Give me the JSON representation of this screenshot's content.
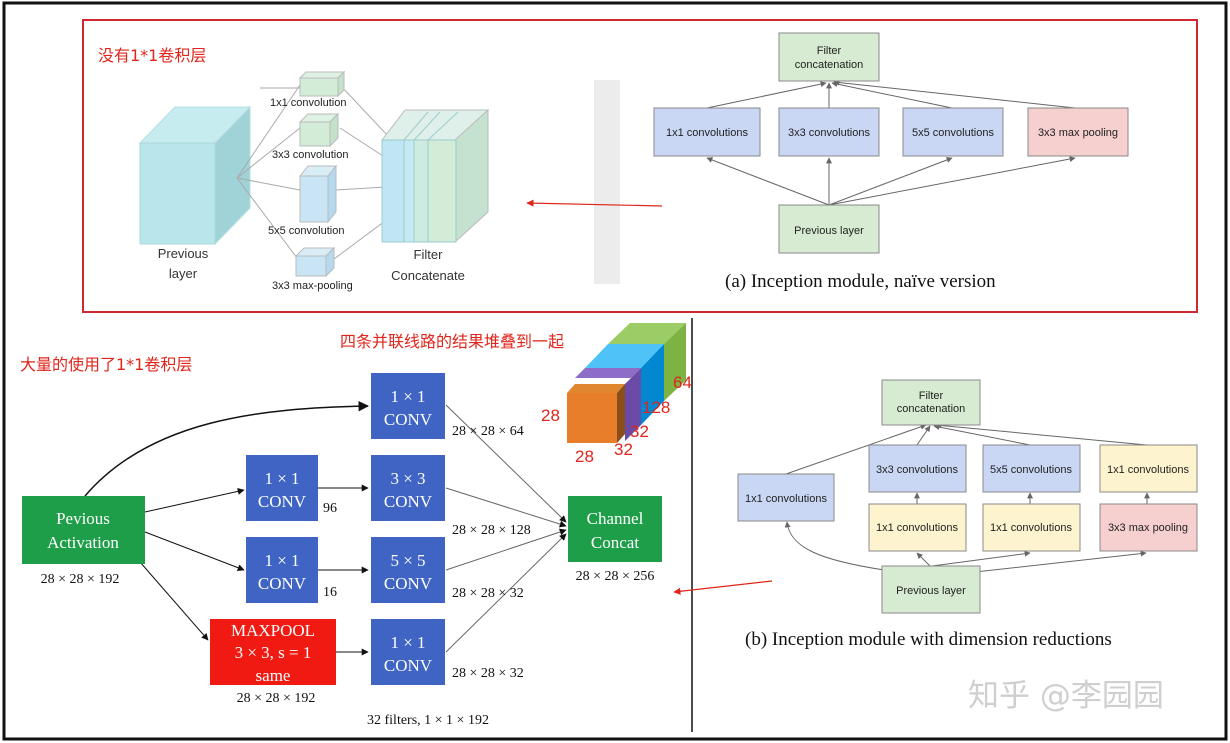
{
  "annotations": {
    "top_note": "没有1*1卷积层",
    "bottom_note": "大量的使用了1*1卷积层",
    "stack_note": "四条并联线路的结果堆叠到一起",
    "watermark": "知乎 @李园园"
  },
  "naive_3d": {
    "previous_layer_line1": "Previous",
    "previous_layer_line2": "layer",
    "conv1": "1x1 convolution",
    "conv3": "3x3 convolution",
    "conv5": "5x5 convolution",
    "pool": "3x3 max-pooling",
    "concat_line1": "Filter",
    "concat_line2": "Concatenate"
  },
  "naive_diagram": {
    "filter_concat_line1": "Filter",
    "filter_concat_line2": "concatenation",
    "b1": "1x1 convolutions",
    "b2": "3x3 convolutions",
    "b3": "5x5 convolutions",
    "b4": "3x3 max pooling",
    "previous": "Previous layer",
    "caption": "(a)  Inception module, naïve version"
  },
  "reduction_diagram": {
    "filter_concat_line1": "Filter",
    "filter_concat_line2": "concatenation",
    "left": "1x1 convolutions",
    "top2": "3x3 convolutions",
    "top3": "5x5 convolutions",
    "top4": "1x1 convolutions",
    "bot2": "1x1 convolutions",
    "bot3": "1x1 convolutions",
    "bot4": "3x3 max pooling",
    "previous": "Previous layer",
    "caption": "(b)  Inception module with dimension reductions"
  },
  "andrew_diagram": {
    "prev_line1": "Pevious",
    "prev_line2": "Activation",
    "prev_dim": "28 × 28 × 192",
    "conv1x1_line1": "1 × 1",
    "conv_word": "CONV",
    "conv3_line1": "3 × 3",
    "conv5_line1": "5 × 5",
    "num96": "96",
    "num16": "16",
    "maxpool_line1": "MAXPOOL",
    "maxpool_line2": "3 × 3, s = 1",
    "maxpool_line3": "same",
    "maxpool_dim": "28 × 28 × 192",
    "out1": "28 × 28 × 64",
    "out2": "28 × 28 × 128",
    "out3": "28 × 28 × 32",
    "out4": "28 × 28 × 32",
    "filters_note": "32 filters, 1 × 1 × 192",
    "concat_line1": "Channel",
    "concat_line2": "Concat",
    "concat_dim": "28 × 28 × 256"
  },
  "stack_numbers": {
    "n64": "64",
    "n128": "128",
    "n32a": "32",
    "n32b": "32",
    "n28a": "28",
    "n28b": "28"
  },
  "colors": {
    "red_annotation": "#e0251b",
    "conv_blue": "#3f64c4",
    "green": "#1f9e4a",
    "maxpool_red": "#f11a12",
    "box_blue": "#c9d7f5",
    "box_green": "#d7ebd2",
    "box_pink": "#f6cfcf",
    "box_yellow": "#fdf3cf"
  }
}
